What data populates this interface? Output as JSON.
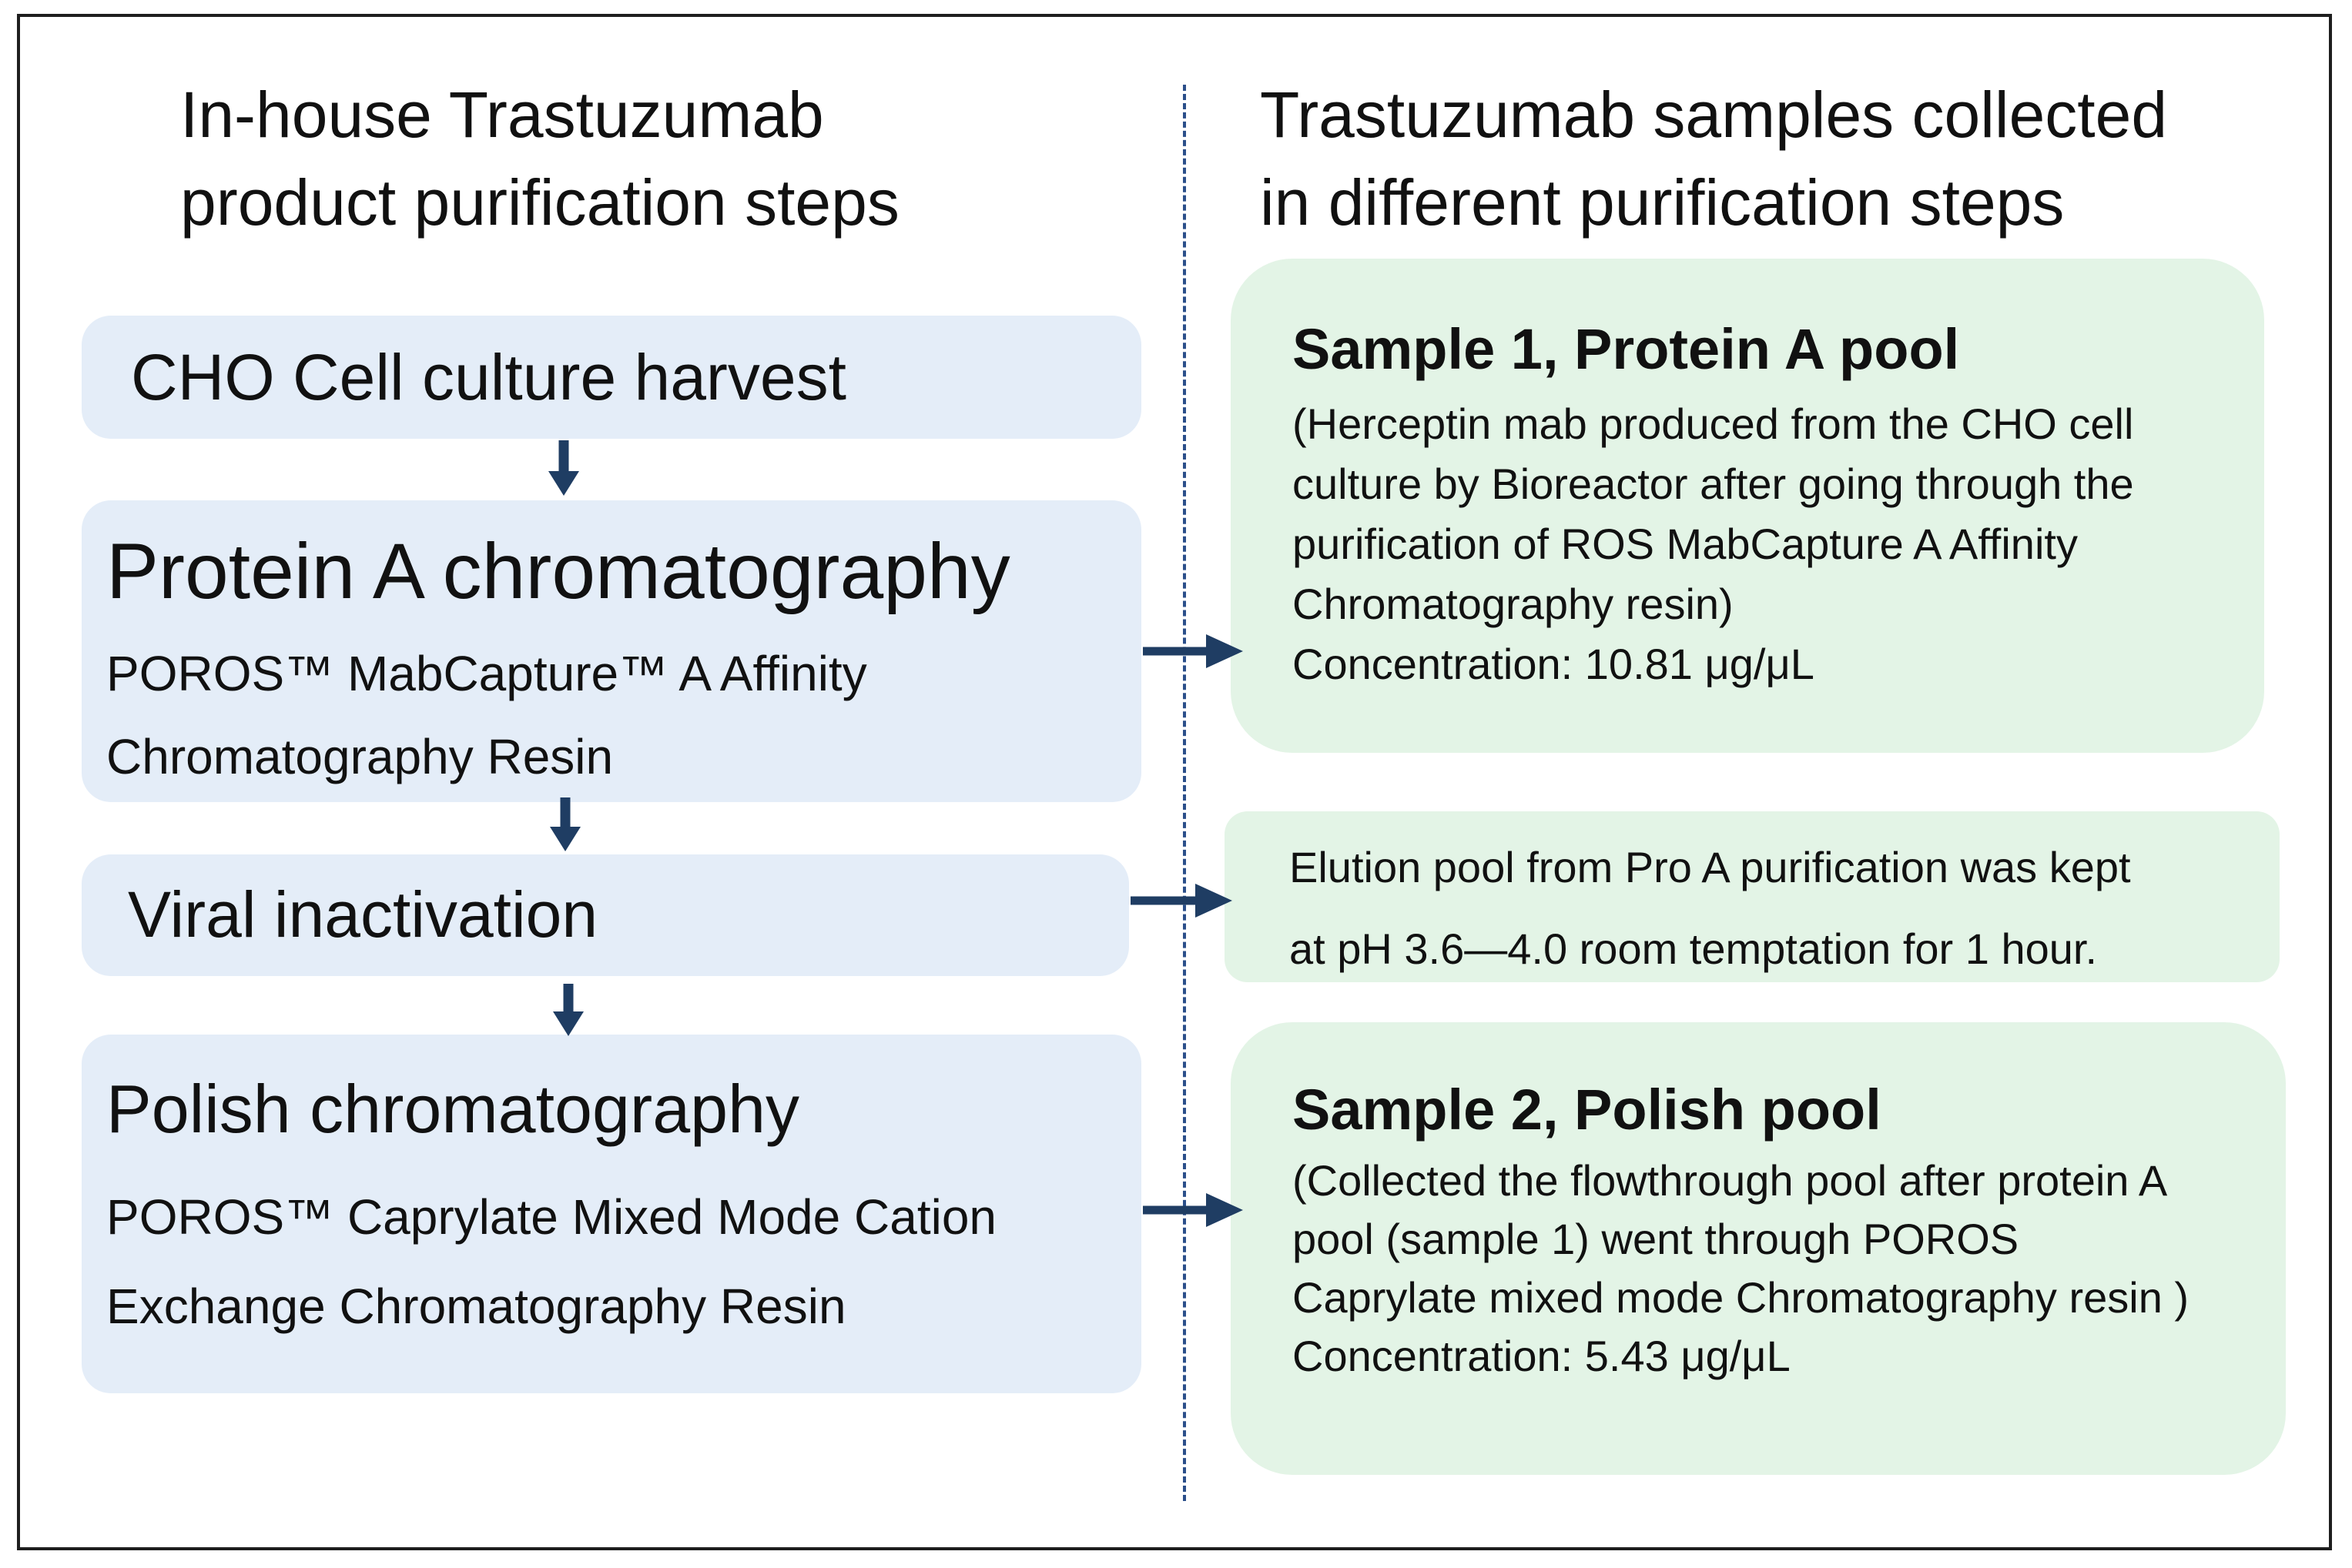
{
  "left_heading": {
    "line1": "In-house Trastuzumab",
    "line2": "product purification steps"
  },
  "right_heading": {
    "line1": "Trastuzumab samples collected",
    "line2": "in different purification steps"
  },
  "steps": [
    {
      "title": "CHO Cell culture harvest"
    },
    {
      "title": "Protein A chromatography",
      "sub1": "POROS™ MabCapture™ A Affinity",
      "sub2": "Chromatography Resin"
    },
    {
      "title": "Viral inactivation"
    },
    {
      "title": "Polish chromatography",
      "sub1": "POROS™ Caprylate Mixed Mode Cation",
      "sub2": "Exchange Chromatography Resin"
    }
  ],
  "sample1": {
    "title": "Sample 1, Protein A pool",
    "lines": [
      "(Herceptin mab produced from the CHO cell",
      "culture by Bioreactor after  going through the",
      "purification of ROS MabCapture A Affinity",
      "Chromatography resin)",
      "Concentration: 10.81 μg/μL"
    ]
  },
  "viral_note": {
    "line1": "Elution pool from Pro A purification was kept",
    "line2": "at pH  3.6—4.0 room temptation for 1 hour."
  },
  "sample2": {
    "title": "Sample 2, Polish pool",
    "lines": [
      "(Collected  the flowthrough pool after protein A",
      "pool  (sample 1) went through POROS",
      "Caprylate mixed mode Chromatography resin )",
      "Concentration: 5.43 μg/μL"
    ]
  },
  "colors": {
    "step_box": "#e4edf8",
    "sample_box": "#e3f4e6",
    "arrow": "#1f3d63",
    "divider": "#2b4f8a"
  }
}
